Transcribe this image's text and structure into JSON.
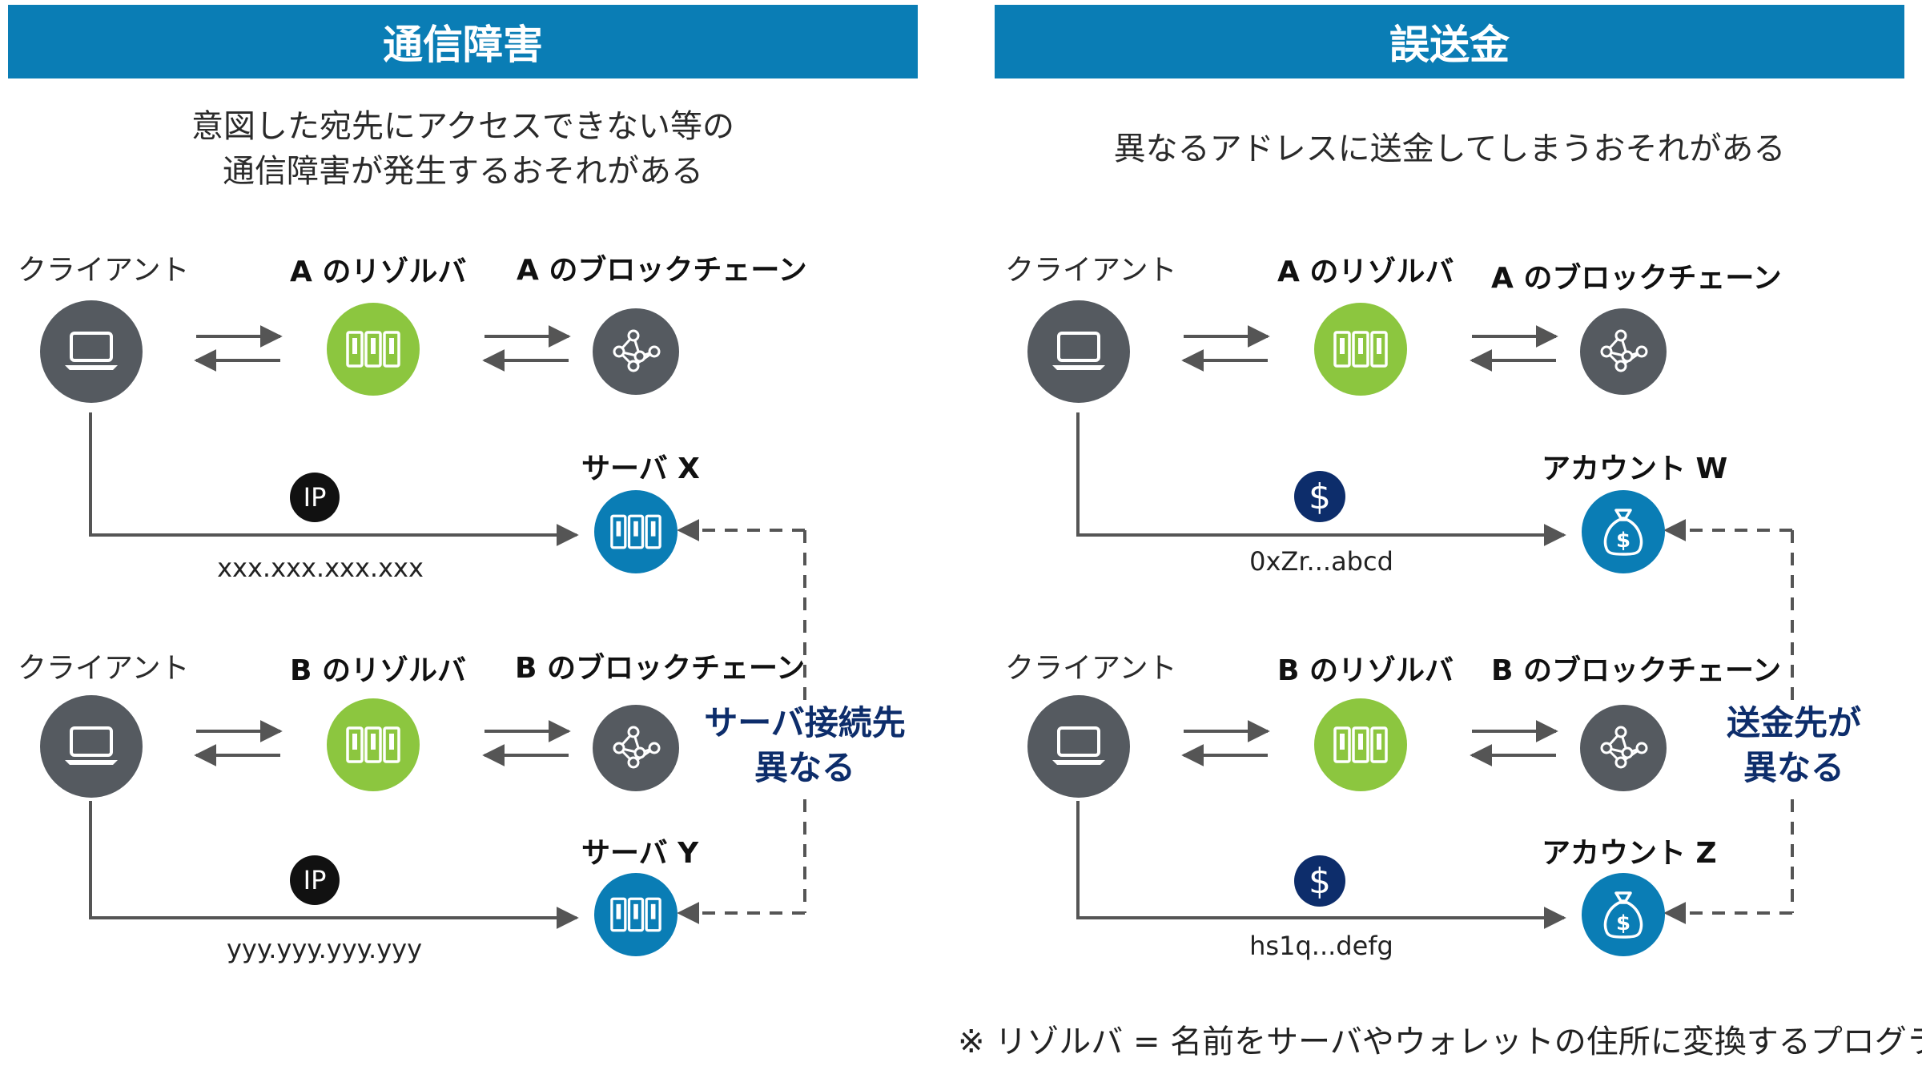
{
  "left": {
    "title": "通信障害",
    "desc_line1": "意図した宛先にアクセスできない等の",
    "desc_line2": "通信障害が発生するおそれがある",
    "row_a": {
      "client": "クライアント",
      "resolver": "A のリゾルバ",
      "chain": "A のブロックチェーン",
      "server": "サーバ X",
      "badge": "IP",
      "address": "xxx.xxx.xxx.xxx"
    },
    "row_b": {
      "client": "クライアント",
      "resolver": "B のリゾルバ",
      "chain": "B のブロックチェーン",
      "server": "サーバ Y",
      "badge": "IP",
      "address": "yyy.yyy.yyy.yyy"
    },
    "note_line1": "サーバ接続先",
    "note_line2": "異なる"
  },
  "right": {
    "title": "誤送金",
    "desc": "異なるアドレスに送金してしまうおそれがある",
    "row_a": {
      "client": "クライアント",
      "resolver": "A のリゾルバ",
      "chain": "A のブロックチェーン",
      "account": "アカウント W",
      "badge": "$",
      "address": "0xZr...abcd"
    },
    "row_b": {
      "client": "クライアント",
      "resolver": "B のリゾルバ",
      "chain": "B のブロックチェーン",
      "account": "アカウント Z",
      "badge": "$",
      "address": "hs1q...defg"
    },
    "note_line1": "送金先が",
    "note_line2": "異なる"
  },
  "footer": "※ リゾルバ = 名前をサーバやウォレットの住所に変換するプログラム",
  "colors": {
    "header": "#0a7db5",
    "client": "#555a60",
    "resolver": "#8cc63f",
    "server": "#0a7db5",
    "note": "#0d2d6b"
  },
  "icons": {
    "client": "laptop-icon",
    "resolver": "server-rack-icon",
    "chain": "network-nodes-icon",
    "server": "server-rack-icon",
    "account": "money-bag-icon"
  }
}
